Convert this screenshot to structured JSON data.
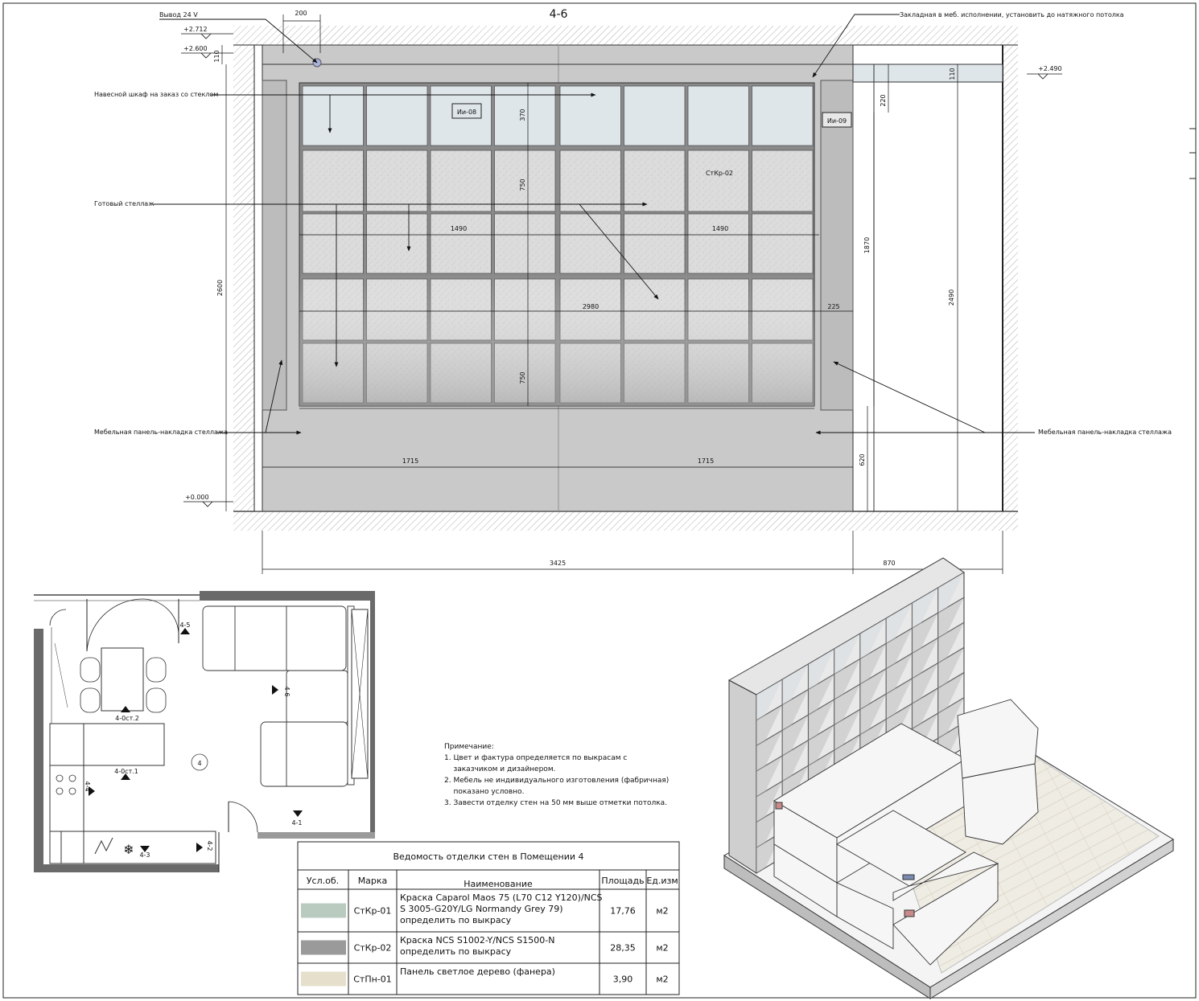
{
  "elevation": {
    "title": "4-6",
    "annotations": {
      "outlet": "Вывод 24 V",
      "embed": "Закладная в меб. исполнении, установить до натяжного потолка",
      "wall_cabinet": "Навесной шкаф на заказ со стеклом",
      "shelving": "Готовый стеллаж",
      "panel_left": "Мебельная панель-накладка стеллажа",
      "panel_right": "Мебельная панель-накладка стеллажа"
    },
    "levels": {
      "l2712": "+2.712",
      "l2600": "+2.600",
      "l2490": "+2.490",
      "l0": "+0.000"
    },
    "tags": {
      "ii08": "Ии-08",
      "ii09": "Ии-09",
      "stkr02": "СтКр-02"
    },
    "dims": {
      "d200": "200",
      "d110a": "110",
      "d110b": "110",
      "d370": "370",
      "d750a": "750",
      "d750b": "750",
      "d1490a": "1490",
      "d1490b": "1490",
      "d2980": "2980",
      "d225": "225",
      "d220": "220",
      "d1870": "1870",
      "d2490": "2490",
      "d2600": "2600",
      "d620": "620",
      "d1715a": "1715",
      "d1715b": "1715",
      "d3425": "3425",
      "d870": "870"
    }
  },
  "plan": {
    "labels": {
      "v45": "4-5",
      "v46": "4-6",
      "st2": "4-0ст.2",
      "st1": "4-0ст.1",
      "room": "4",
      "v41": "4-1",
      "v42": "4-2",
      "v43": "4-3",
      "v44": "4-4"
    }
  },
  "notes": {
    "heading": "Примечание:",
    "lines": [
      "1. Цвет и фактура определяется по выкрасам с",
      "    заказчиком и дизайнером.",
      "2. Мебель не индивидуального изготовления (фабричная)",
      "    показано условно.",
      "3. Завести отделку стен на 50 мм выше отметки потолка."
    ]
  },
  "finish_table": {
    "title": "Ведомость отделки стен в Помещении 4",
    "headers": [
      "Усл.об.",
      "Марка",
      "Наименование",
      "Площадь",
      "Ед.изм"
    ],
    "rows": [
      {
        "mark": "СтКр-01",
        "name_lines": [
          "Краска Caparol Maos 75 (L70 C12 Y120)/NCS",
          "S 3005-G20Y/LG Normandy Grey 79)",
          "определить по выкрасу"
        ],
        "area": "17,76",
        "unit": "м2",
        "swatch": "#b9cbbf"
      },
      {
        "mark": "СтКр-02",
        "name_lines": [
          "Краска NCS S1002-Y/NCS S1500-N",
          "определить по выкрасу"
        ],
        "area": "28,35",
        "unit": "м2",
        "swatch": "#9a9a9a"
      },
      {
        "mark": "СтПн-01",
        "name_lines": [
          "Панель светлое дерево (фанера)"
        ],
        "area": "3,90",
        "unit": "м2",
        "swatch": "#e6dfcc"
      }
    ]
  },
  "colors": {
    "wall_fill": "#c9c9c9",
    "cabinet_glass": "#dfe6ea",
    "shelf_fill": "#d6d6d6",
    "line": "#222222"
  }
}
